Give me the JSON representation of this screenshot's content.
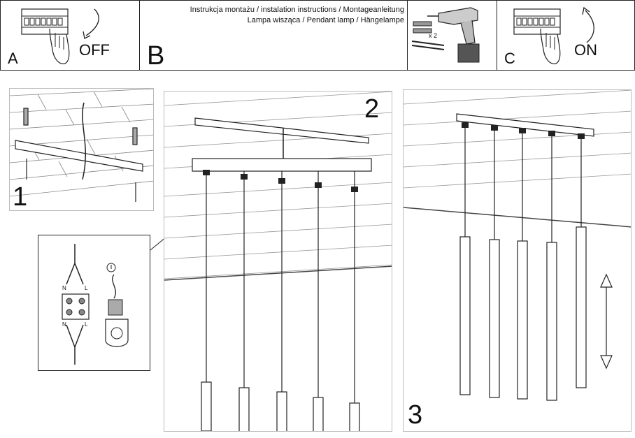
{
  "header": {
    "title_line1": "Instrukcja montażu / instalation instructions / Montageanleitung",
    "title_line2": "Lampa wisząca / Pendant lamp / Hängelampe"
  },
  "panel_a": {
    "letter": "A",
    "label": "OFF"
  },
  "panel_b": {
    "letter": "B",
    "multiplier": "x 2"
  },
  "panel_c": {
    "letter": "C",
    "label": "ON"
  },
  "steps": {
    "step1": "1",
    "step2": "2",
    "step3": "3"
  },
  "detail": {
    "n_top": "N",
    "l_top": "L",
    "n_bottom": "N",
    "l_bottom": "L"
  },
  "colors": {
    "line": "#222222",
    "ceiling": "#555555",
    "background": "#ffffff"
  }
}
